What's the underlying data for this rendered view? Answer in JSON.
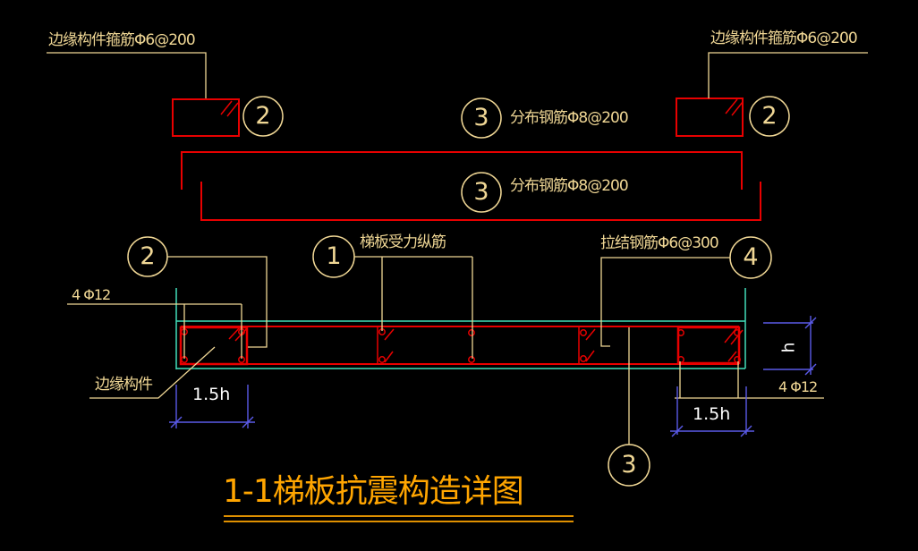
{
  "drawing": {
    "title": "1-1梯板抗震构造详图",
    "labels": {
      "edge_stirrup_left": "边缘构件箍筋Φ6@200",
      "edge_stirrup_right": "边缘构件箍筋Φ6@200",
      "dist_bar_top": "分布钢筋Φ8@200",
      "dist_bar_mid": "分布钢筋Φ8@200",
      "main_bar": "梯板受力纵筋",
      "tie_bar": "拉结钢筋Φ6@300",
      "corner_bars_left": "4 Φ12",
      "corner_bars_right": "4 Φ12",
      "edge_member": "边缘构件"
    },
    "callouts": {
      "c2_top_left": "2",
      "c3_top": "3",
      "c2_top_right": "2",
      "c3_mid": "3",
      "c2_left": "2",
      "c1_mid": "1",
      "c4_right": "4",
      "c3_bottom": "3"
    },
    "dimensions": {
      "left_width": "1.5h",
      "right_width": "1.5h",
      "slab_height": "h"
    },
    "colors": {
      "background": "#000000",
      "rebar_red": "#e80000",
      "annotation_yellow": "#f0d795",
      "concrete_cyan": "#42dfbb",
      "dimension_blue": "#5a5ae8",
      "dimension_text": "#ffffff",
      "title_orange": "#ffa500"
    }
  }
}
